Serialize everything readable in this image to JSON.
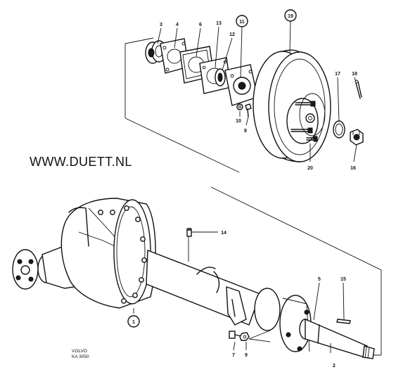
{
  "watermark": "WWW.DUETT.NL",
  "stamp": {
    "line1": "VOLVO",
    "line2": "KA 3050"
  },
  "callouts": {
    "c1": "1",
    "c2": "2",
    "c3": "3",
    "c4": "4",
    "c5": "5",
    "c6": "6",
    "c7": "7",
    "c8": "8",
    "c9": "9",
    "c10": "10",
    "c11": "11",
    "c12": "12",
    "c13": "13",
    "c14": "14",
    "c15": "15",
    "c16": "16",
    "c17": "17",
    "c18": "18",
    "c19": "19",
    "c20": "20"
  }
}
